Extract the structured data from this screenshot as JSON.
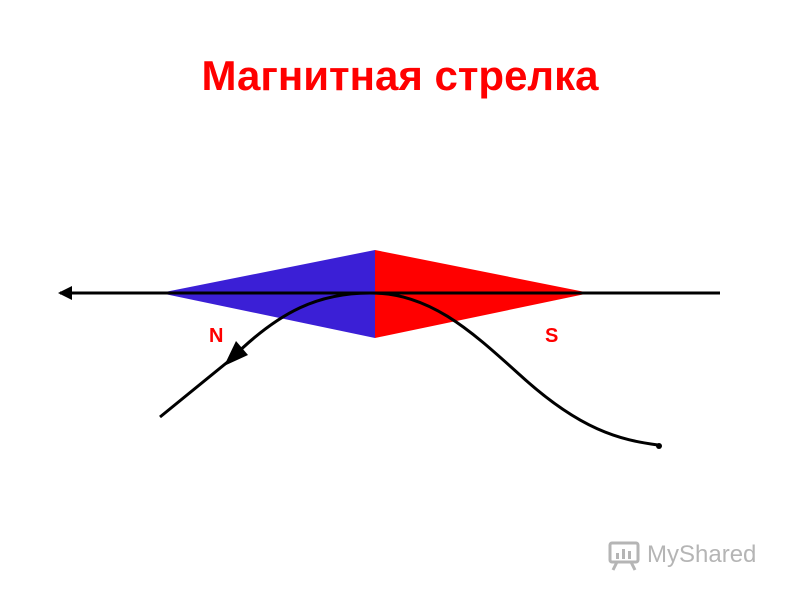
{
  "slide": {
    "title": "Магнитная стрелка"
  },
  "labels": {
    "north": "N",
    "south": "S"
  },
  "watermark": {
    "text": "MyShared",
    "icon": "presentation-chart-icon"
  },
  "colors": {
    "title": "#ff0000",
    "north_half": "#3b1fd6",
    "south_half": "#ff0000",
    "labels": "#ff0000",
    "lines": "#000000",
    "watermark": "#b5b5b5"
  }
}
